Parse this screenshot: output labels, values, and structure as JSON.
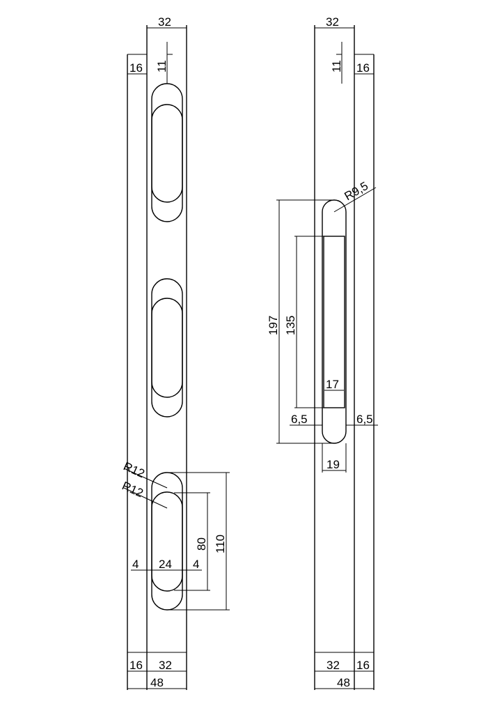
{
  "left_view": {
    "top_width": "32",
    "top_offset": "11",
    "side_width": "16",
    "radius_outer": "R12",
    "radius_inner": "R12",
    "inner_length": "80",
    "outer_length": "110",
    "margin_left": "4",
    "slot_width": "24",
    "margin_right": "4",
    "bottom_side": "16",
    "bottom_plate": "32",
    "bottom_total": "48"
  },
  "right_view": {
    "top_width": "32",
    "top_offset": "11",
    "side_width": "16",
    "radius": "R9,5",
    "slot_length": "197",
    "pocket_length": "135",
    "pocket_width": "17",
    "offset_left": "6,5",
    "offset_right": "6,5",
    "slot_width": "19",
    "bottom_plate": "32",
    "bottom_side": "16",
    "bottom_total": "48"
  }
}
